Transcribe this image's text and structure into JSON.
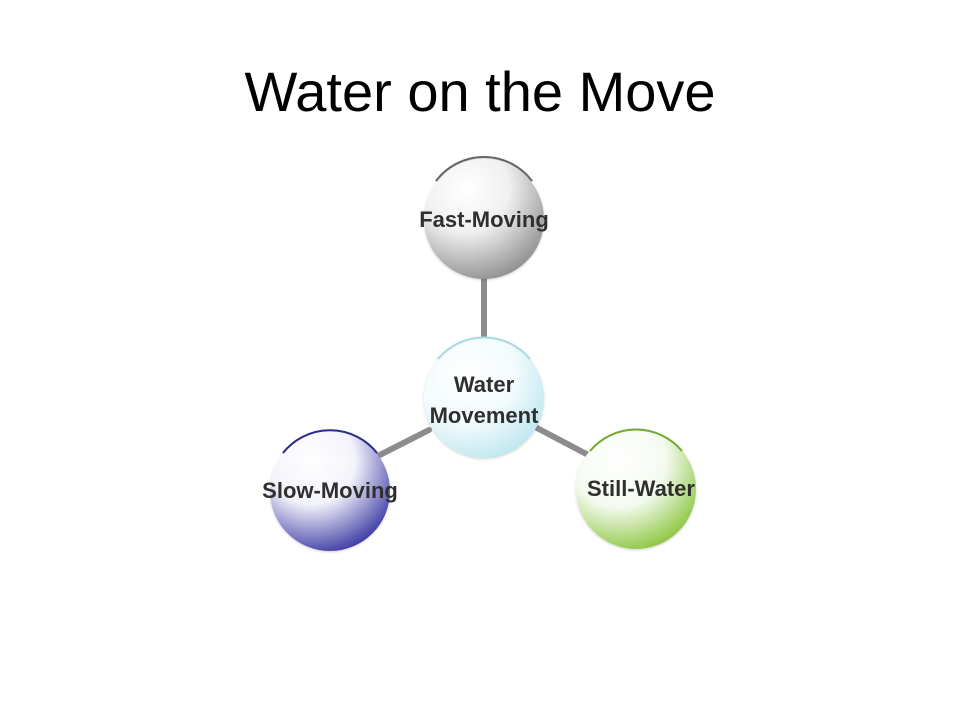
{
  "slide": {
    "title": "Water on the Move"
  },
  "diagram": {
    "center": {
      "line1": "Water",
      "line2": "Movement"
    },
    "nodes": {
      "top": {
        "label": "Fast-Moving"
      },
      "right": {
        "label": "Still-Water"
      },
      "left": {
        "label": "Slow-Moving"
      }
    },
    "colors": {
      "connector": "#8c8c8c",
      "center_tint": "#bfe7ee",
      "top_tint": "#8f8f8f",
      "right_tint": "#8cc63f",
      "left_tint": "#3c3aa3",
      "text": "#2f2f2f"
    }
  }
}
